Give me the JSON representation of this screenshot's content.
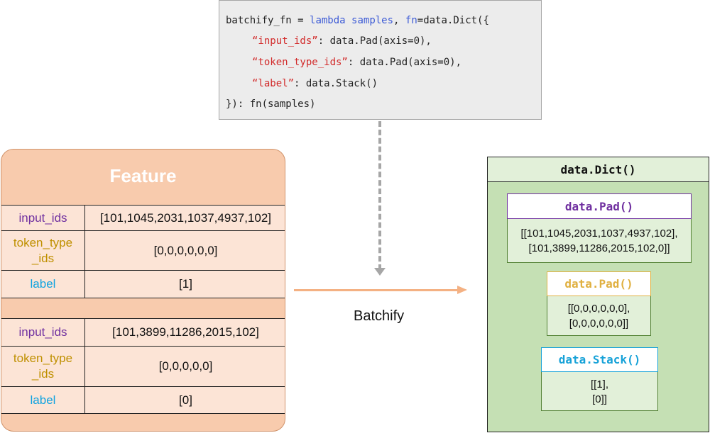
{
  "code": {
    "line1": {
      "a": "batchify_fn = ",
      "b": "lambda",
      "c": " ",
      "d": "samples",
      "e": ", ",
      "f": "fn",
      "g": "=data.Dict({"
    },
    "line2": {
      "s": "“input_ids”",
      "r": ": data.Pad(axis=0),"
    },
    "line3": {
      "s": "“token_type_ids”",
      "r": ": data.Pad(axis=0),"
    },
    "line4": {
      "s": "“label”",
      "r": ": data.Stack()"
    },
    "line5": "}): fn(samples)"
  },
  "feature": {
    "title": "Feature",
    "samples": [
      {
        "input_ids_key": "input_ids",
        "input_ids_val": "[101,1045,2031,1037,4937,102]",
        "token_key": "token_type\n_ids",
        "token_val": "[0,0,0,0,0,0]",
        "label_key": "label",
        "label_val": "[1]"
      },
      {
        "input_ids_key": "input_ids",
        "input_ids_val": "[101,3899,11286,2015,102]",
        "token_key": "token_type\n_ids",
        "token_val": "[0,0,0,0,0]",
        "label_key": "label",
        "label_val": "[0]"
      }
    ]
  },
  "batchify_label": "Batchify",
  "dict": {
    "header": "data.Dict()",
    "pad1": {
      "head": "data.Pad()",
      "body": "[[101,1045,2031,1037,4937,102],\n[101,3899,11286,2015,102,0]]"
    },
    "pad2": {
      "head": "data.Pad()",
      "body": "[[0,0,0,0,0,0],\n[0,0,0,0,0,0]]"
    },
    "stack": {
      "head": "data.Stack()",
      "body": "[[1],\n[0]]"
    }
  },
  "colors": {
    "input_ids": "#7030a0",
    "token_type_ids": "#bf9000",
    "label": "#0fa3e0",
    "keyword": "#3d5bd6",
    "string": "#d22a2a",
    "feature_panel": "#f8cbad",
    "dict_panel": "#c5e0b4",
    "arrow": "#f4b183"
  }
}
